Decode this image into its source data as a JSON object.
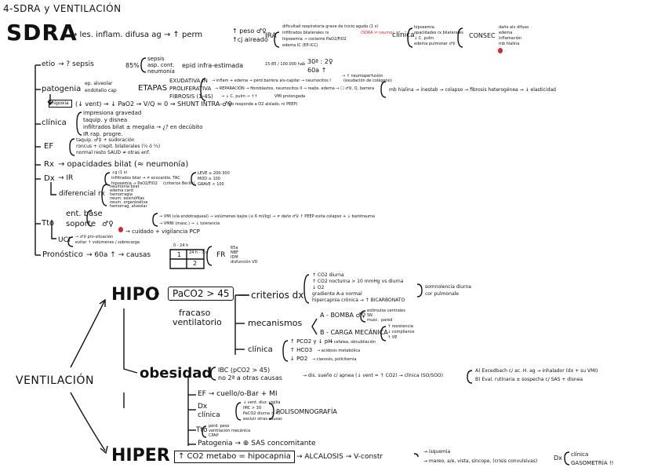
{
  "header": {
    "chapter_title": "4-SDRA y VENTILACIÓN"
  },
  "sdra": {
    "title": "SDRA",
    "def_a": "→ les. inflam. difusa ag → ↑ perm",
    "def_b": "↑ peso ♂♀",
    "def_c": "↑cj aireado",
    "ira": "IRA",
    "ira_1": "dificultad respiratoria grave de inicio agudo (1 s)",
    "ira_2": "infiltrados bilaterales rx",
    "ira_2_red": "(SDRA ≠ neumo)",
    "ira_3": "hipoxemia → cociente PaO2/FiO2",
    "ira_4": "edema IC (EP-ICC)",
    "clinica": "clínica",
    "clin_1": "hipoxemia",
    "clin_2": "opacidades rx bilaterales",
    "clin_3": "↓ C. pulm",
    "clin_4": "edema pulmonar ♂♀",
    "consec": "CONSEC",
    "cons_1": "daño alv difuso",
    "cons_2": "edema",
    "cons_3": "inflamación",
    "cons_4": "mb hialina"
  },
  "etio": {
    "label": "etio",
    "text": "→ ? sepsis",
    "pct": "85%",
    "list_1": "sepsis",
    "list_2": "asp. cont.",
    "list_3": "neumonía",
    "epid": "epid infra-estimada",
    "frac": "15-85 / 100.000 hab",
    "sex_1": "30ª : 2♀",
    "sex_2": "60a ↑"
  },
  "patogenia": {
    "label": "patogenia",
    "cells_1": "ep. alveolar",
    "cells_2": "endotelio cap",
    "etapas": "ETAPAS",
    "st1": "EXUDATIVA IN",
    "st1_d": "→ inflam + edema → pérd barrera alv-capilar → neumocitos I",
    "st1_d2": "→ ↑ neumoperfusión",
    "st1_e": "(exudación de colágeno)",
    "st2": "PROLIFERATIVA",
    "st2_d": "→ REPARACIÓN → fibroblastos, neumocitos II → reabs. edema → ☐ ♂♀, Q, barrera",
    "st3": "FIBROSIS (1-4S)",
    "st3_d": "→ ↓ C. pulm → ↑↑",
    "st3_e": "VMI prolongada",
    "mb": "mb hialina → inestab → colapso → fibrosis heterogénea → ↓ elasticidad",
    "hipox": "hipoxia",
    "hipox_d": "(↓ vent) → ↓ PaO2 → V/Q ≈ 0 → SHUNT INTRA-♂♀",
    "hipox_e": "(no responde a O2 aislado, ni PEEP)"
  },
  "clinica2": {
    "label": "clínica",
    "l1": "impresiona gravedad",
    "l2": "taquip. y disnea",
    "l3": "infiltrados bilat ± megalia → ¿? en decúbito",
    "l4": "IR rap. progre."
  },
  "ef": {
    "label": "EF",
    "l1": "taquip. ♂♀ + sudoración",
    "l2": "roncus + crepit. bilaterales (¼ ó ⅔)",
    "l3": "normal resto SAUD ≠ otras enf."
  },
  "rx": {
    "label": "Rx",
    "text": "→ opacidades bilat (≈ neumonía)"
  },
  "dx": {
    "label": "Dx",
    "ir": "→ IR",
    "ir_1": "↓g (1 s)",
    "ir_2": "infiltrados bilat → ≠ ecocardio, TAC",
    "ir_3": "hipoxemia → PaO2/FiO2",
    "criteria": "(criterios Berlín)",
    "scale_1": "LEVE ≥ 200-300",
    "scale_2": "MOD ≥ 100",
    "scale_3": "GRAVE < 100",
    "dif": "diferencial rx",
    "dif_1": "neumonía bilat",
    "dif_2": "edema card",
    "dif_3": "hemorragia",
    "dif_4": "neum. eosinófilas",
    "dif_5": "neum. organizativa",
    "dif_6": "hemorrag. alveolar"
  },
  "tto": {
    "label": "Tto",
    "a1": "ent. base",
    "a2": "soporte",
    "vm1": "→ VMI (vía endotraqueal) → volúmenes bajos (≤ 6 ml/kg) → ≠ daño ♂♀ ↑ PEEP evita colapso + ↓ barotrauma",
    "vm2": "→ VMNI (masc.) → ↓ tolerancia",
    "care": "→ cuidado + vigilancia PCP",
    "uci_label": "UCI",
    "uci_1": "→ ♂♀ pro-situación",
    "uci_2": "evitar ↑ volúmenes / sobrecarga"
  },
  "prono": {
    "label": "Pronóstico",
    "text": "→ 60a ↑ → causas",
    "tbl_h1": "0 - 24 h",
    "tbl_h2": "24 h - 7 d",
    "tbl_1": "1",
    "tbl_2": "2",
    "fr": "FR",
    "fr_1": "65a",
    "fr_2": "NBF",
    "fr_3": "IDM",
    "fr_4": "disfunción VD"
  },
  "vent": {
    "title": "VENTILACIÓN",
    "hipo": "HIPO",
    "paco2": "PaCO2 > 45",
    "fracaso": "fracaso",
    "ventilatorio": "ventilatorio",
    "criterios": "criterios dx",
    "crit_1": "↑ CO2 diurna",
    "crit_2": "↑ CO2 nocturna > 10 mmHg vs diurna",
    "crit_3": "↓ O2",
    "crit_4": "gradiente A-a normal",
    "crit_5": "hipercapnia crónica → ↑ BICARBONATO",
    "crit_r1": "somnolencia diurna",
    "crit_r2": "cor pulmonale",
    "mecanismos": "mecanismos",
    "mec_a": "A - BOMBA ♂♀",
    "mec_a1": "estímulos centrales",
    "mec_a2": "SN",
    "mec_a3": "musc.",
    "mec_a4": "pared",
    "mec_b": "B - CARGA MECÁNICA",
    "mec_b1": "↑ resistencia",
    "mec_b2": "↓ compliance",
    "mec_b3": "↑ VE",
    "clinica": "clínica",
    "cli_1": "↑ PCO2 y ↓ pH",
    "cli_1b": "→ cefalea, obnubilación",
    "cli_2": "↑ HCO3",
    "cli_2b": "→ acidosis metabólica",
    "cli_3": "↓ PO2",
    "cli_3b": "→ cianosis, policitemia",
    "obesidad": "obesidad",
    "ob_1": "IBC (pCO2 > 45)",
    "ob_2": "no 2ª a otras causas",
    "ob_3": "→ dis. sueño c/ apnea (↓ vent = ↑ CO2) → clínica (SO/SOO)",
    "ob_4a": "A) Excedbach c/ ac. H. ag → inhalador (dx + su VMI)",
    "ob_4b": "B) Eval. rutinaria ± sospecha c/ SAS + disnea",
    "ob_ef": "EF → cuello/o-Bar + MI",
    "ob_dx": "Dx",
    "ob_clinica": "clínica",
    "ob_dx_1": "↓ vent. diur. vigilia",
    "ob_dx_2": "IMC > 30",
    "ob_dx_3": "PaCO2 diurna > 45",
    "ob_dx_4": "excluir otras causas",
    "poli": "POLISOMNOGRAFÍA",
    "ob_tto": "Tto",
    "ob_tto_1": "pérd. peso",
    "ob_tto_2": "ventilación mecánica",
    "ob_tto_3": "CPAP",
    "ob_pato": "Patogenia → ⊕ SAS concomitante",
    "hiper": "HIPER",
    "hiper_box": "↑ CO2 metabo = hipocapnia",
    "hiper_2": "→ ALCALOSIS → V-constr",
    "hiper_3": "→ isquemia",
    "hiper_4": "→ mareo, a/e, vista, síncope, (crisis convulsivas)",
    "hiper_dx": "Dx",
    "hiper_dx_1": "clínica",
    "hiper_dx_2": "GASOMETRÍA !!"
  }
}
